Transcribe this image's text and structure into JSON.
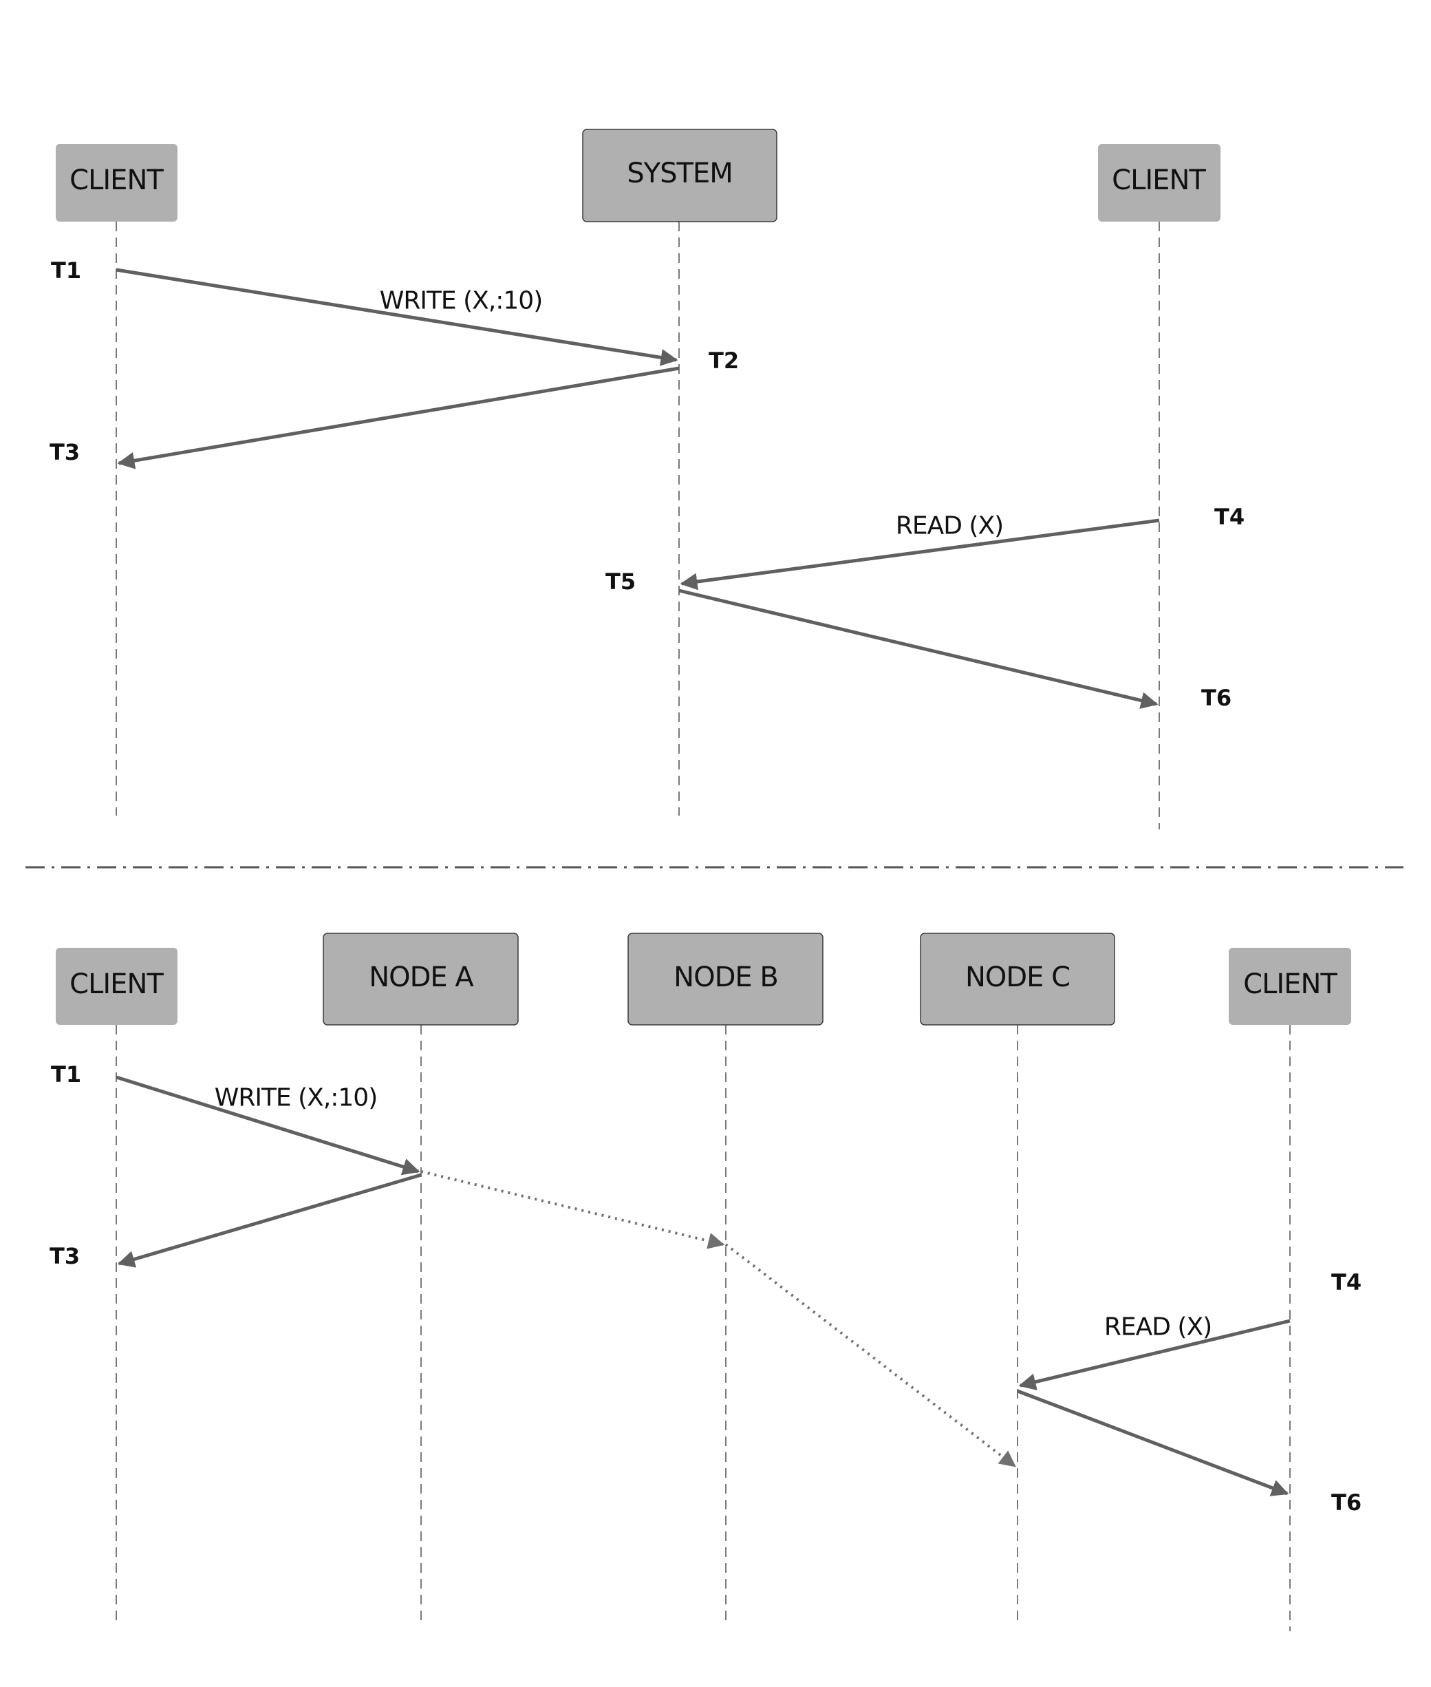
{
  "top": {
    "participants": {
      "client_left": "CLIENT",
      "system": "SYSTEM",
      "client_right": "CLIENT"
    },
    "messages": {
      "write": "WRITE (X,:10)",
      "read": "READ (X)"
    },
    "times": {
      "t1": "T1",
      "t2": "T2",
      "t3": "T3",
      "t4": "T4",
      "t5": "T5",
      "t6": "T6"
    }
  },
  "bottom": {
    "participants": {
      "client_left": "CLIENT",
      "node_a": "NODE A",
      "node_b": "NODE B",
      "node_c": "NODE C",
      "client_right": "CLIENT"
    },
    "messages": {
      "write": "WRITE (X,:10)",
      "read": "READ (X)"
    },
    "times": {
      "t1": "T1",
      "t3": "T3",
      "t4": "T4",
      "t6": "T6"
    }
  },
  "colors": {
    "box_fill": "#b0b0b0",
    "arrow": "#606060",
    "lifeline": "#7a7a7a"
  }
}
